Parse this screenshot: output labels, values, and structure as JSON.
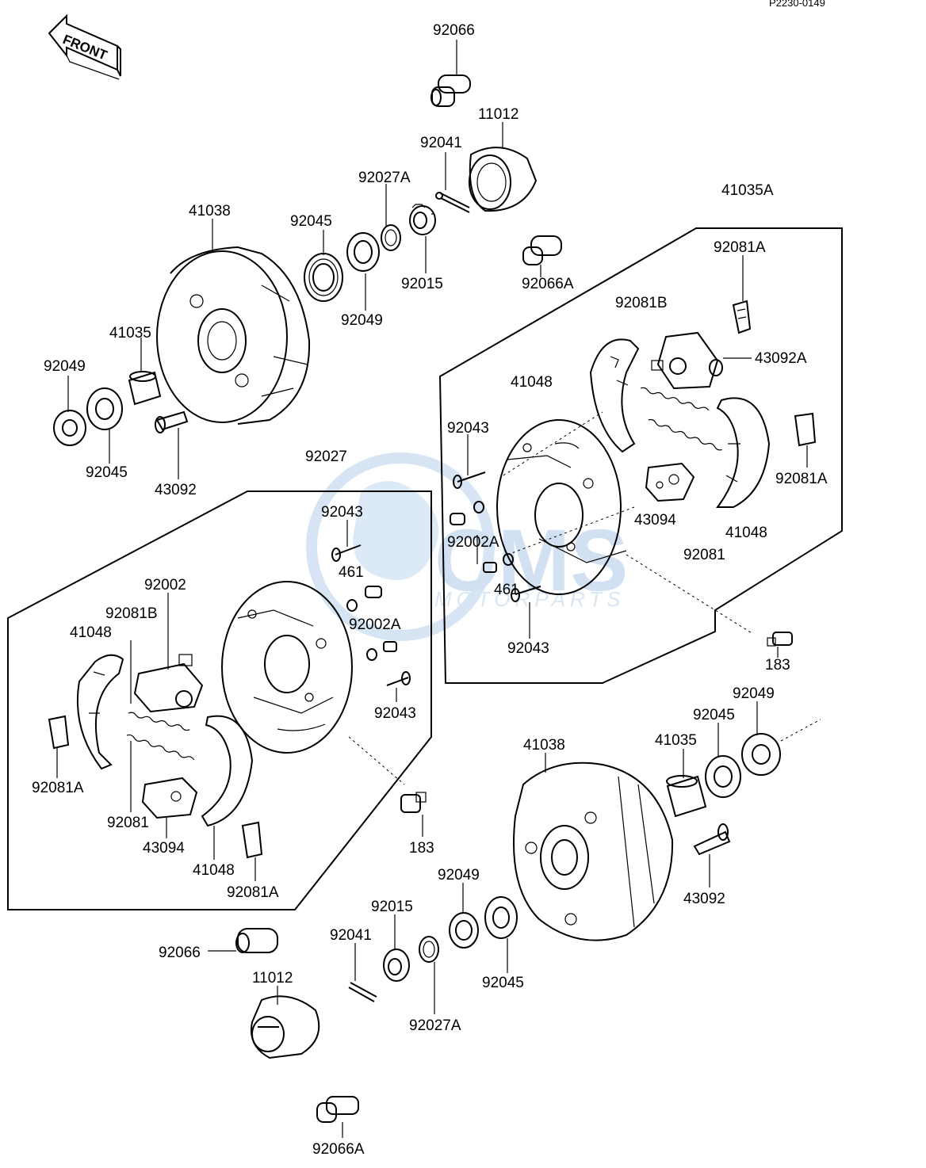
{
  "diagram_code": "P2230-0149",
  "orientation": "FRONT",
  "watermark": {
    "brand": "CMS",
    "sub": "MOTORPARTS"
  },
  "callouts": [
    "92066",
    "11012",
    "92041",
    "92027A",
    "41038",
    "92045",
    "92015",
    "92049",
    "92066A",
    "41035A",
    "92081A",
    "92081B",
    "43092A",
    "41048",
    "92043",
    "92002A",
    "461",
    "43094",
    "92081",
    "183",
    "92027",
    "92002",
    "41035",
    "43092"
  ]
}
